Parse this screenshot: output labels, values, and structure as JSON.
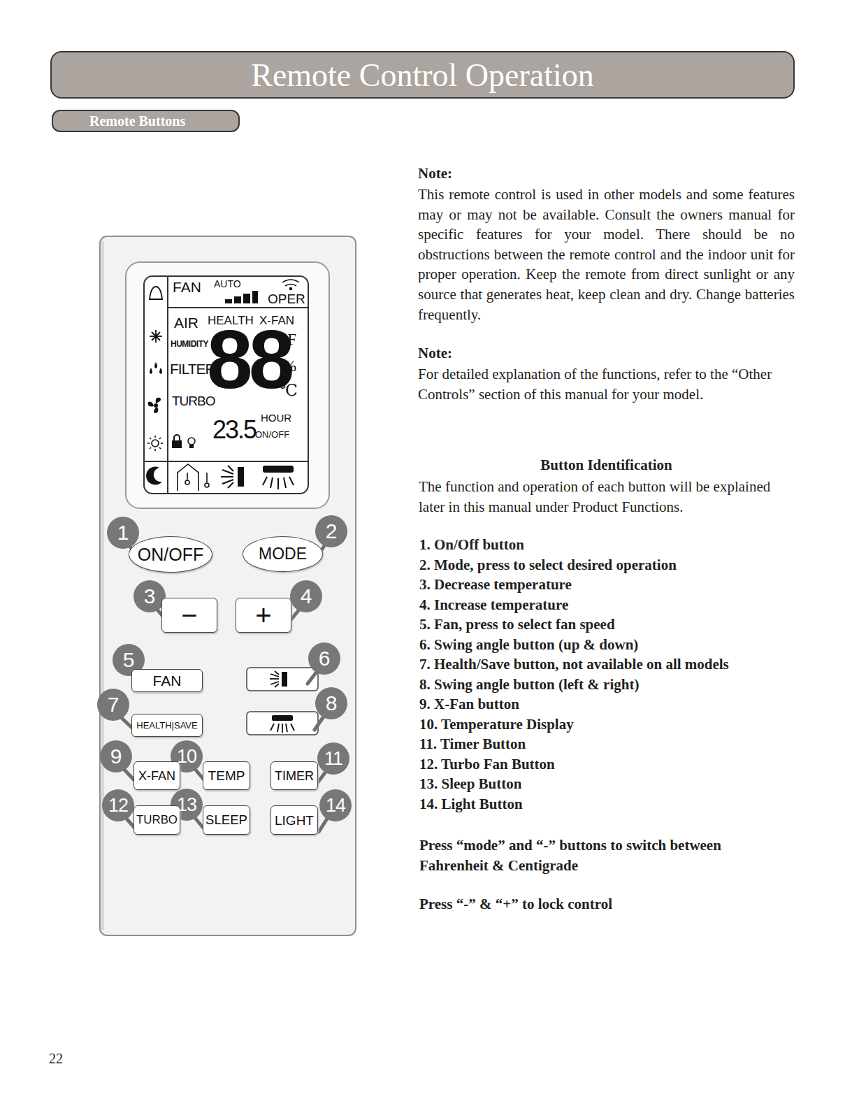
{
  "diagram": {
    "title": "Remote Control Operation",
    "nodes": [
      {
        "text": [
          "Remote Buttons"
        ]
      },
      {
        "text": [
          "ON/OFF"
        ]
      },
      {
        "text": [
          "MODE"
        ]
      },
      {
        "text": [
          "−"
        ]
      },
      {
        "text": [
          "+"
        ]
      },
      {
        "text": [
          "FAN"
        ]
      },
      {
        "text": [
          "HEALTH|SAVE"
        ]
      },
      {
        "text": [
          "X-FAN"
        ]
      },
      {
        "text": [
          "TEMP"
        ]
      },
      {
        "text": [
          "TIMER"
        ]
      },
      {
        "text": [
          "TURBO"
        ]
      },
      {
        "text": [
          "SLEEP"
        ]
      },
      {
        "text": [
          "LIGHT"
        ]
      }
    ],
    "labels": [
      "Note:",
      "This remote control is used in other models and some features may or may not be available. Consult the owners manual for specific features for your model. There should be no obstructions between the remote control and the indoor unit for proper operation. Keep the remote from direct sunlight or any source that generates heat, keep clean and dry. Change batteries frequently.",
      "Note:",
      "For detailed explanation of the functions, refer to the “Other Controls” section of this manual for your model.",
      "Button Identification",
      "The function and operation of each button will be explained later in this manual under Product Functions.",
      "1. On/Off button",
      "2. Mode, press to select desired operation",
      "3. Decrease temperature",
      "4. Increase temperature",
      "5. Fan, press to select fan speed",
      "6. Swing angle button (up & down)",
      "7. Health/Save button, not available on all models",
      "8. Swing angle button (left & right)",
      "9. X-Fan button",
      "10. Temperature Display",
      "11. Timer Button",
      "12. Turbo Fan Button",
      "13. Sleep Button",
      "14. Light Button",
      "Press “mode” and “-” buttons to switch between Fahrenheit & Centigrade",
      "Press “-” & “+” to lock control",
      "22",
      "FAN",
      "AUTO",
      "OPER",
      "AIR",
      "HEALTH",
      "X-FAN",
      "HUMIDITY",
      "FILTER",
      "TURBO",
      "°F",
      "%",
      "℃",
      "88",
      "23.5",
      "HOUR",
      "ON/OFF",
      "1",
      "2",
      "3",
      "4",
      "5",
      "6",
      "7",
      "8",
      "9",
      "10",
      "11",
      "12",
      "13",
      "14"
    ]
  }
}
